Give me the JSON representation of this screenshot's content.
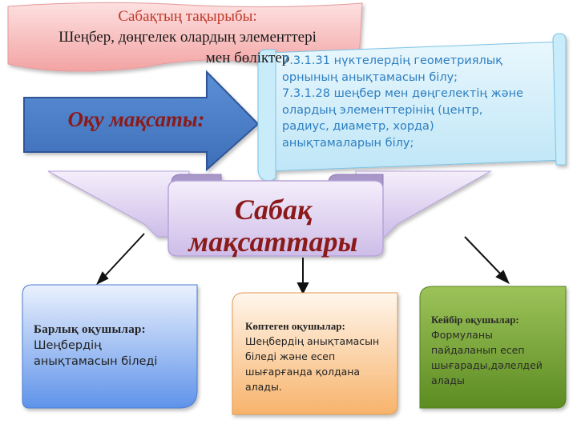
{
  "topic": {
    "label": "Сабақтың тақырыбы:",
    "line1": "Шеңбер, дөңгелек олардың элементтері",
    "line2": "мен бөліктер"
  },
  "goal_arrow": {
    "label": "Оқу мақсаты:"
  },
  "objectives": {
    "lines": [
      "7.3.1.31 нүктелердің геометриялық",
      "орнының анықтамасын білу;",
      "7.3.1.28 шеңбер мен дөңгелектің және",
      "олардың элементтерінің (центр,",
      "радиус, диаметр, хорда)",
      "анықтамаларын білу;"
    ]
  },
  "banner": {
    "line1": "Сабақ",
    "line2": "мақсаттары"
  },
  "cards": [
    {
      "heading": "Барлық  оқушылар:",
      "lines": [
        "Шеңбердің",
        "анықтамасын біледі"
      ],
      "color": "#4a86e8"
    },
    {
      "heading": "Көптеген  оқушылар:",
      "lines": [
        "Шеңбердің анықтамасын",
        "біледі және есеп",
        "шығарғанда қолдана",
        "алады."
      ],
      "color": "#f6b26b"
    },
    {
      "heading": "Кейбір  оқушылар:",
      "lines": [
        "Формуланы",
        "пайдаланып есеп",
        "шығарады,дәлелдей",
        "алады"
      ],
      "color": "#76a03a"
    }
  ],
  "colors": {
    "accent_text": "#8b1a1a",
    "objective_text": "#2e7fc1"
  }
}
